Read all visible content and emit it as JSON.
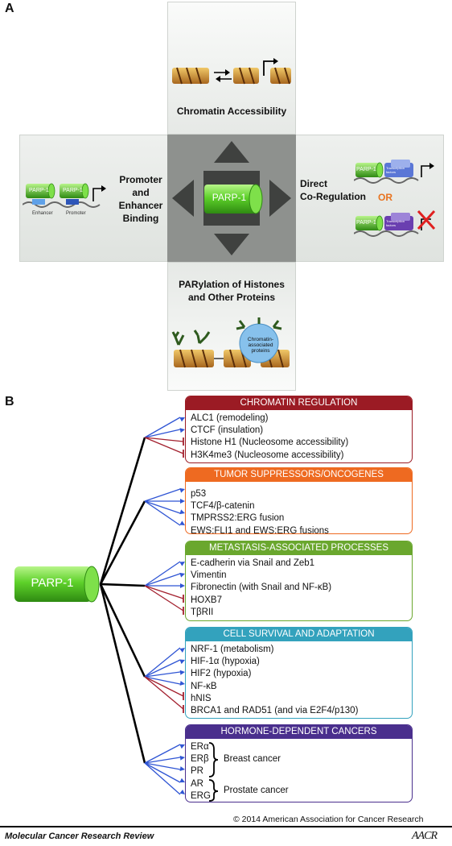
{
  "panel_a": {
    "letter": "A",
    "top_label": "Chromatin Accessibility",
    "left_label": "Promoter and Enhancer Binding",
    "right_label_line1": "Direct",
    "right_label_line2": "Co-Regulation",
    "or_text": "OR",
    "bottom_label_line1": "PARylation of Histones",
    "bottom_label_line2": "and Other Proteins",
    "center_label": "PARP-1",
    "parp_small": "PARP-1",
    "enhancer_text": "Enhancer",
    "promoter_text": "Promoter",
    "tf_text": "Transcription factors",
    "chromatin_assoc_text": "Chromatin-associated proteins"
  },
  "panel_b": {
    "letter": "B",
    "source_label": "PARP-1",
    "categories": [
      {
        "title": "CHROMATIN REGULATION",
        "color": "#9b1b24",
        "items": [
          "ALC1 (remodeling)",
          "CTCF (insulation)",
          "Histone H1 (Nucleosome accessibility)",
          "H3K4me3 (Nucleosome accessibility)"
        ]
      },
      {
        "title": "TUMOR SUPPRESSORS/ONCOGENES",
        "color": "#ee6a21",
        "items": [
          "p53",
          "TCF4/β-catenin",
          "TMPRSS2:ERG fusion",
          "EWS:FLI1 and EWS:ERG fusions"
        ]
      },
      {
        "title": "METASTASIS-ASSOCIATED PROCESSES",
        "color": "#6aa72e",
        "items": [
          "E-cadherin via Snail and Zeb1",
          "Vimentin",
          "Fibronectin (with Snail and NF-κB)",
          "HOXB7",
          "TβRII"
        ]
      },
      {
        "title": "CELL SURVIVAL AND ADAPTATION",
        "color": "#33a2bd",
        "items": [
          "NRF-1 (metabolism)",
          "HIF-1α (hypoxia)",
          "HIF2 (hypoxia)",
          "NF-κB",
          "hNIS",
          "BRCA1 and RAD51 (and via E2F4/p130)"
        ]
      },
      {
        "title": "HORMONE-DEPENDENT CANCERS",
        "color": "#4a2f8d",
        "items": [
          "ERα",
          "ERβ",
          "PR",
          "AR",
          "ERG"
        ]
      }
    ],
    "breast_label": "Breast cancer",
    "prostate_label": "Prostate cancer"
  },
  "copyright": "© 2014 American Association for Cancer Research",
  "journal": "Molecular Cancer Research Review",
  "logo_text": "AACR"
}
